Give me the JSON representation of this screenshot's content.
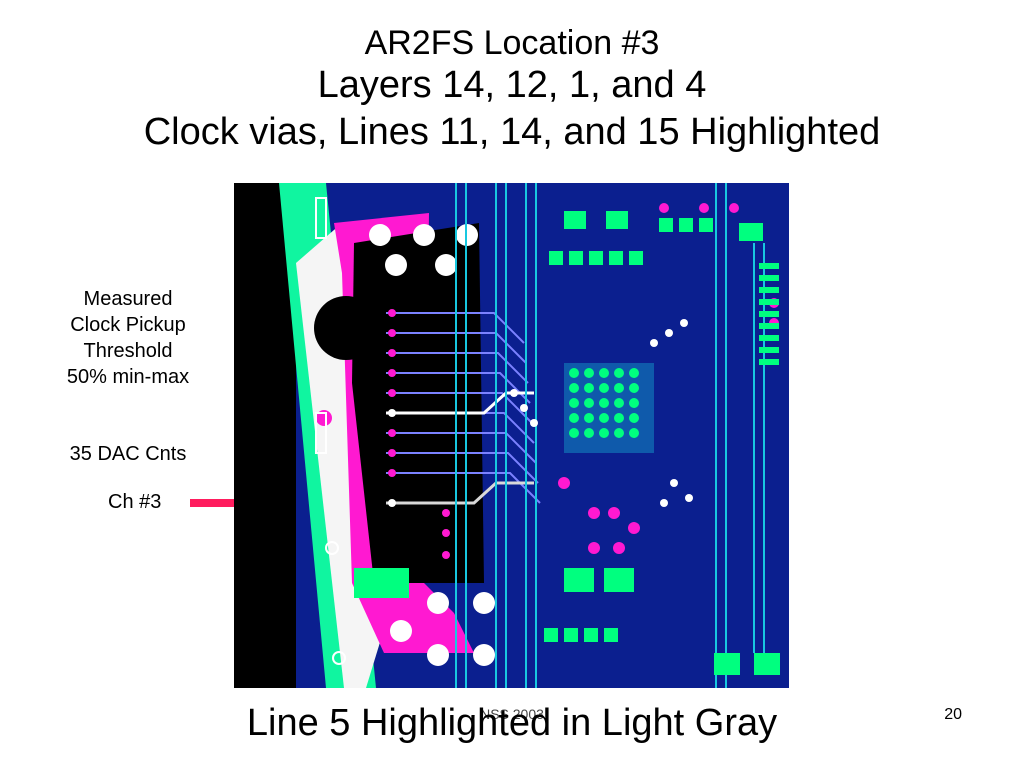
{
  "title": {
    "line1": "AR2FS Location #3",
    "line2": "Layers 14, 12, 1, and 4",
    "line3": "Clock vias, Lines 11, 14, and 15 Highlighted"
  },
  "notes": {
    "measured_lines": [
      "Measured",
      "Clock Pickup",
      "Threshold",
      "50% min-max"
    ],
    "dac": "35 DAC Cnts",
    "channel": "Ch #3"
  },
  "caption": "Line 5 Highlighted in Light Gray",
  "footer": {
    "source": "NSS 2003",
    "page_number": "20"
  },
  "colors": {
    "board_blue": "#0b1f8f",
    "trace_cyan": "#18c8e0",
    "pad_green": "#00ff7f",
    "pad_magenta": "#ff19d1",
    "highlight_gray": "#d9d9d9",
    "arrow_red": "#ff1d5e"
  }
}
